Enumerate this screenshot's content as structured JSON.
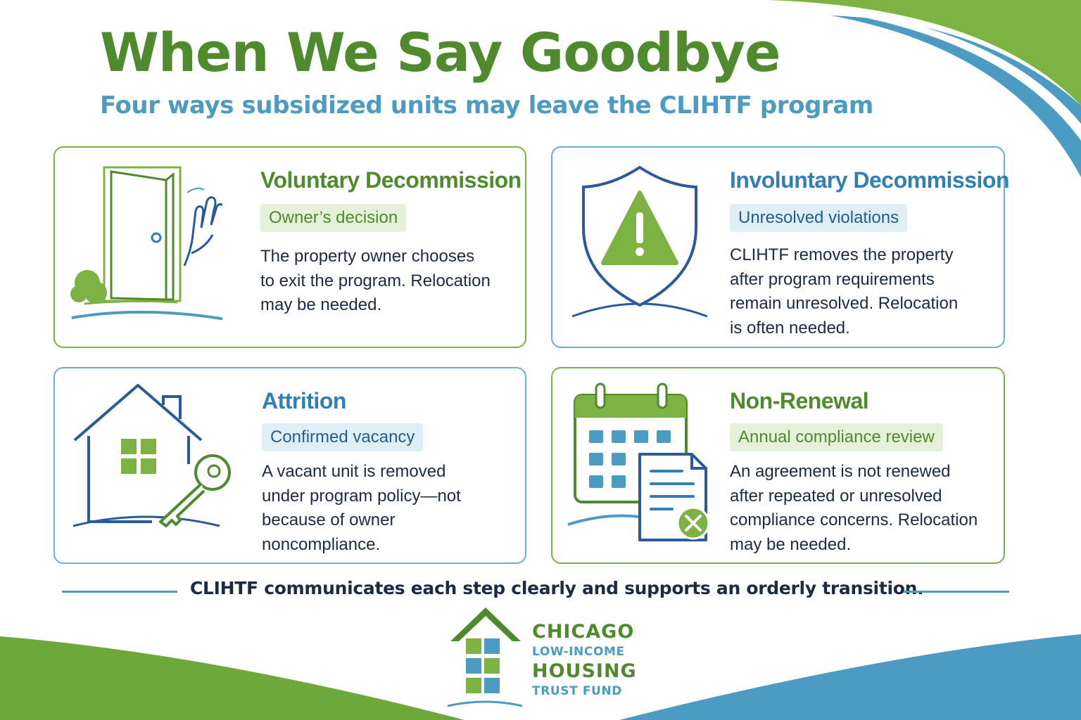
{
  "header": {
    "title": "When We Say Goodbye",
    "subtitle": "Four ways subsidized units may leave the CLIHTF program"
  },
  "cards": [
    {
      "heading": "Voluntary Decommission",
      "tag": "Owner’s decision",
      "lines": [
        "The property owner chooses",
        "to exit the program. Relocation",
        "may be needed."
      ],
      "icon": "door-wave-icon"
    },
    {
      "heading": "Involuntary Decommission",
      "tag": "Unresolved violations",
      "lines": [
        "CLIHTF removes the property",
        "after program requirements",
        "remain unresolved. Relocation",
        "is often needed."
      ],
      "icon": "shield-warning-icon"
    },
    {
      "heading": "Attrition",
      "tag": "Confirmed vacancy",
      "lines": [
        "A vacant unit is removed",
        "under program policy—not",
        "because of owner",
        "noncompliance."
      ],
      "icon": "house-key-icon"
    },
    {
      "heading": "Non-Renewal",
      "tag": "Annual compliance review",
      "lines": [
        "An agreement is not renewed",
        "after repeated or unresolved",
        "compliance concerns. Relocation",
        "may be needed."
      ],
      "icon": "calendar-document-icon"
    }
  ],
  "footer": {
    "tagline": "CLIHTF communicates each step clearly and supports an orderly transition."
  },
  "logo": {
    "line1": "CHICAGO",
    "line2": "LOW-INCOME",
    "line3": "HOUSING",
    "line4": "TRUST FUND"
  },
  "colors": {
    "green": "#4f8a2c",
    "light_green": "#7cb342",
    "blue": "#4c9bc3",
    "navy": "#1c2b44"
  }
}
